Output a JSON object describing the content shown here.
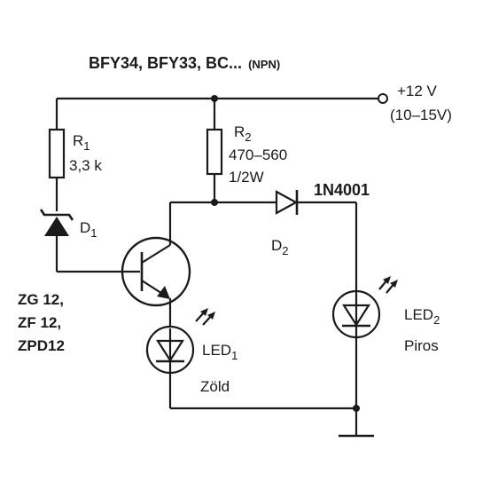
{
  "header": {
    "transistor_types": "BFY34, BFY33, BC...",
    "transistor_polarity": "(NPN)"
  },
  "supply": {
    "voltage": "+12 V",
    "range": "(10–15V)"
  },
  "r1": {
    "name": "R",
    "index": "1",
    "value": "3,3 k"
  },
  "r2": {
    "name": "R",
    "index": "2",
    "value": "470–560",
    "power": "1/2W"
  },
  "d1": {
    "name": "D",
    "index": "1",
    "types": [
      "ZG 12,",
      "ZF 12,",
      "ZPD12"
    ]
  },
  "d2": {
    "name": "D",
    "index": "2",
    "type": "1N4001"
  },
  "led1": {
    "name": "LED",
    "index": "1",
    "color": "Zöld"
  },
  "led2": {
    "name": "LED",
    "index": "2",
    "color": "Piros"
  }
}
